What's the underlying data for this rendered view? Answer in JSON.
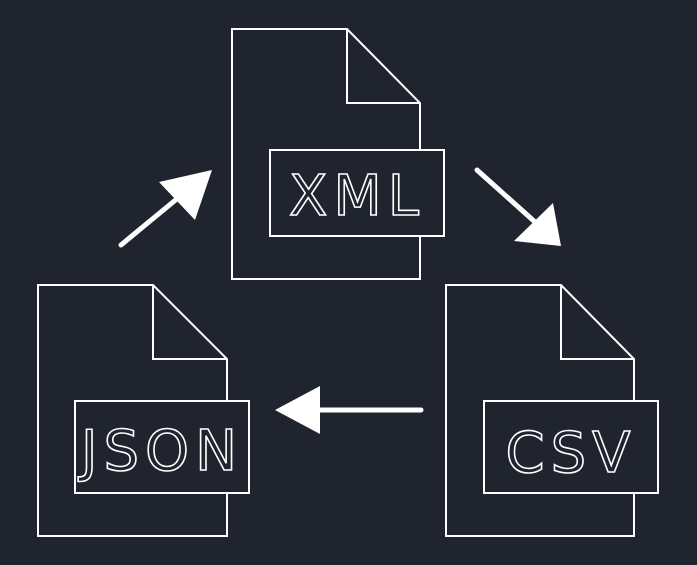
{
  "files": [
    {
      "id": "xml",
      "label": "XML"
    },
    {
      "id": "json",
      "label": "JSON"
    },
    {
      "id": "csv",
      "label": "CSV"
    }
  ],
  "arrows": [
    {
      "from": "json",
      "to": "xml"
    },
    {
      "from": "xml",
      "to": "csv"
    },
    {
      "from": "csv",
      "to": "json"
    }
  ],
  "colors": {
    "background": "#20242f",
    "stroke": "#ffffff"
  }
}
